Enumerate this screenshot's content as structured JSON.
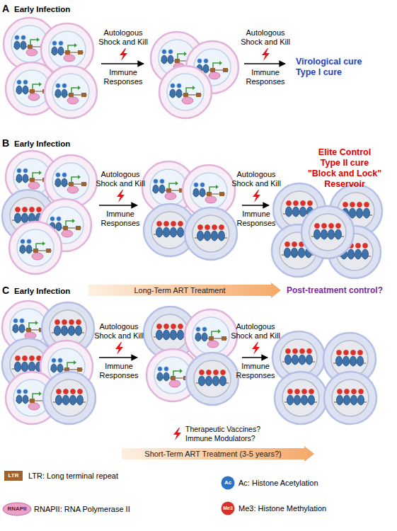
{
  "diagram": {
    "nodes": [
      {
        "text": [
          "Long-Term ART Treatment"
        ]
      },
      {
        "text": [
          "Short-Term ART Treatment (3-5 years?)"
        ]
      }
    ],
    "labels": [
      "A",
      "Early Infection",
      "Autologous Shock and Kill",
      "Immune Responses",
      "Autologous Shock and Kill",
      "Immune Responses",
      "Virological cure",
      "Type I cure",
      "B",
      "Early Infection",
      "Autologous Shock and Kill",
      "Immune Responses",
      "Autologous Shock and Kill",
      "Immune Responses",
      "Elite Control",
      "Type II cure",
      "\"Block and Lock\" Reservoir",
      "C",
      "Early Infection",
      "Post-treatment control?",
      "Autologous Shock and Kill",
      "Immune Responses",
      "Autologous Shock and Kill",
      "Immune Responses",
      "Therapeutic Vaccines?",
      "Immune Modulators?",
      "LTR",
      "RNAPII",
      "Ac",
      "Me3"
    ],
    "legend": [
      {
        "text": "LTR: Long terminal repeat"
      },
      {
        "text": "RNAPII: RNA Polymerase II"
      },
      {
        "text": "Ac: Histone Acetylation"
      },
      {
        "text": "Me3: Histone Methylation"
      }
    ]
  }
}
